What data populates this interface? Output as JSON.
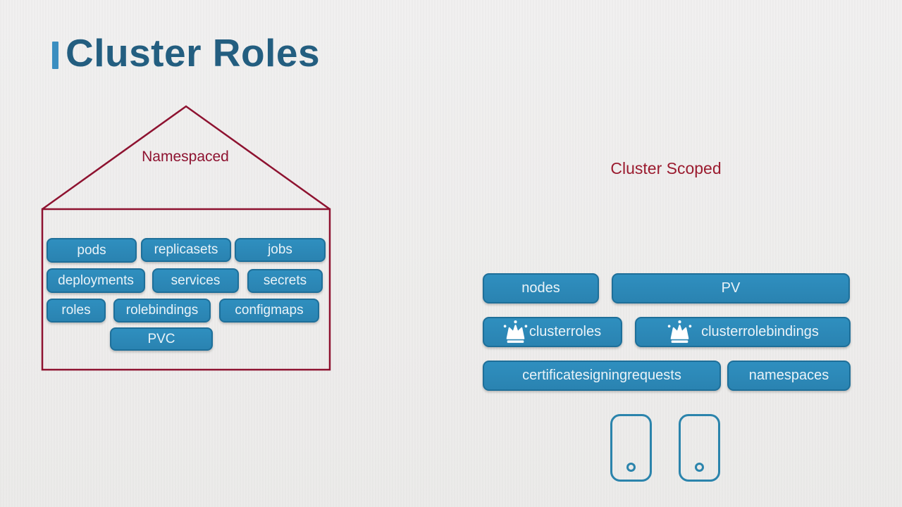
{
  "slide": {
    "title": "Cluster Roles",
    "colors": {
      "background": "#efeeee",
      "title_text": "#235e80",
      "accent_bar": "#3b8ec0",
      "outline_red": "#8e1230",
      "button_blue": "#2b87b6",
      "button_border": "#1e6f99",
      "button_text": "#eaf3f8",
      "door_teal": "#2b84ac"
    }
  },
  "namespaced": {
    "heading": "Namespaced",
    "buttons": [
      "pods",
      "replicasets",
      "jobs",
      "deployments",
      "services",
      "secrets",
      "roles",
      "rolebindings",
      "configmaps",
      "PVC"
    ]
  },
  "cluster_scoped": {
    "heading": "Cluster Scoped",
    "buttons": [
      {
        "label": "nodes",
        "icon": ""
      },
      {
        "label": "PV",
        "icon": ""
      },
      {
        "label": "clusterroles",
        "icon": "crown-icon"
      },
      {
        "label": "clusterrolebindings",
        "icon": "crown-icon"
      },
      {
        "label": "certificatesigningrequests",
        "icon": ""
      },
      {
        "label": "namespaces",
        "icon": ""
      }
    ],
    "doors": [
      "door-icon",
      "door-icon"
    ]
  }
}
